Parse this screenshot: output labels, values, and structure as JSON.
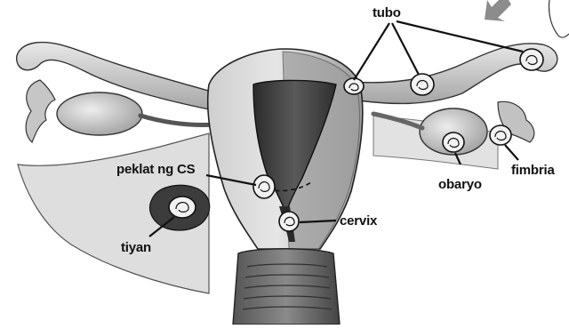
{
  "labels": {
    "tubo": "tubo",
    "peklat": "peklat ng CS",
    "cervix": "cervix",
    "tiyan": "tiyan",
    "obaryo": "obaryo",
    "fimbria": "fimbria"
  },
  "colors": {
    "tissue_light": "#d9d9d9",
    "tissue_mid": "#a8a8a8",
    "tissue_dark": "#5a5a5a",
    "cavity": "#3a3a3a",
    "outline": "#222222",
    "arrow": "#8c8c8c",
    "label_text": "#111111"
  },
  "icons": {
    "embryo_marker": "embryo-in-sac-icon",
    "pointer_arrow": "arrow-down-left-icon"
  }
}
